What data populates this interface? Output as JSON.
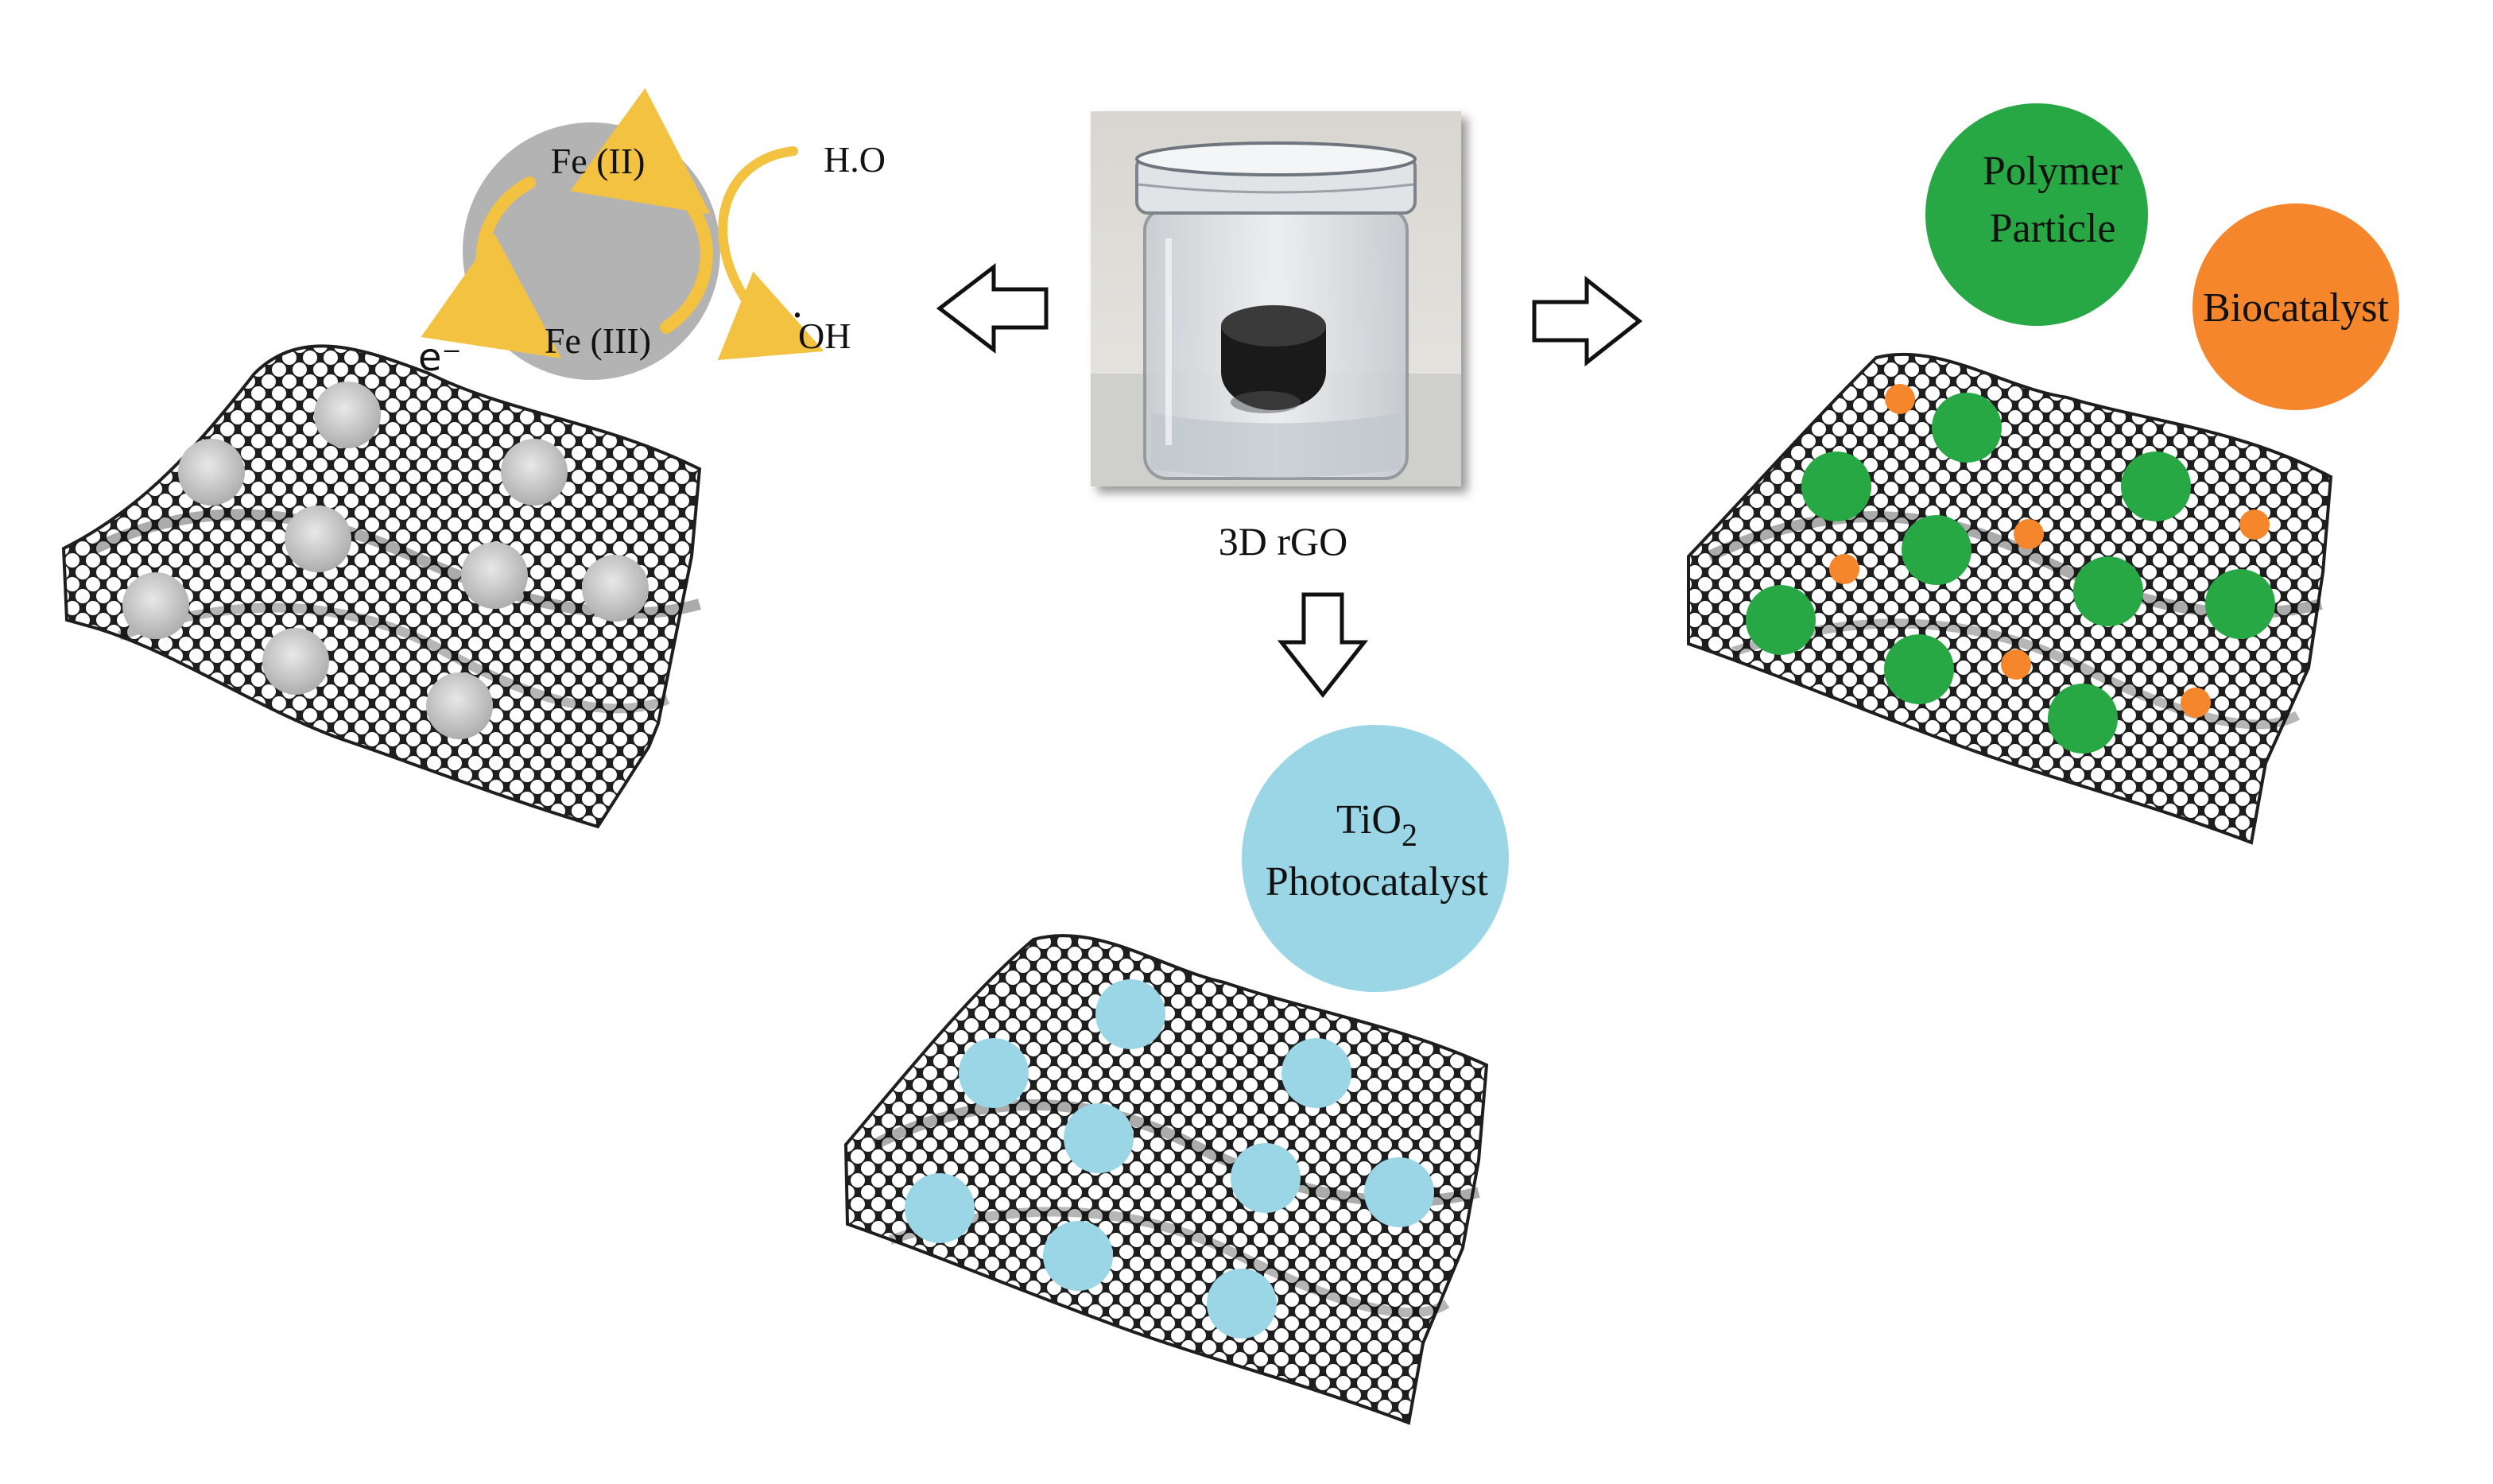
{
  "center": {
    "caption": "3D rGO"
  },
  "fenton": {
    "fe2": "Fe (II)",
    "fe3": "Fe (III)",
    "water": "H.O",
    "radical_dot": "·",
    "radical": "OH",
    "electron": "e⁻"
  },
  "photocatalyst": {
    "line1": "TiO",
    "subscript": "2",
    "line2": "Photocatalyst"
  },
  "bio": {
    "polymer_line1": "Polymer",
    "polymer_line2": "Particle",
    "biocatalyst": "Biocatalyst"
  },
  "colors": {
    "mesh": "#2b2b2b",
    "iron_particle": "#b8b8b8",
    "tio2": "#9bd6e6",
    "polymer": "#28a844",
    "biocatalyst": "#f5862b",
    "cycle_arrow": "#f3c240",
    "fenton_circle": "#b3b3b3"
  }
}
